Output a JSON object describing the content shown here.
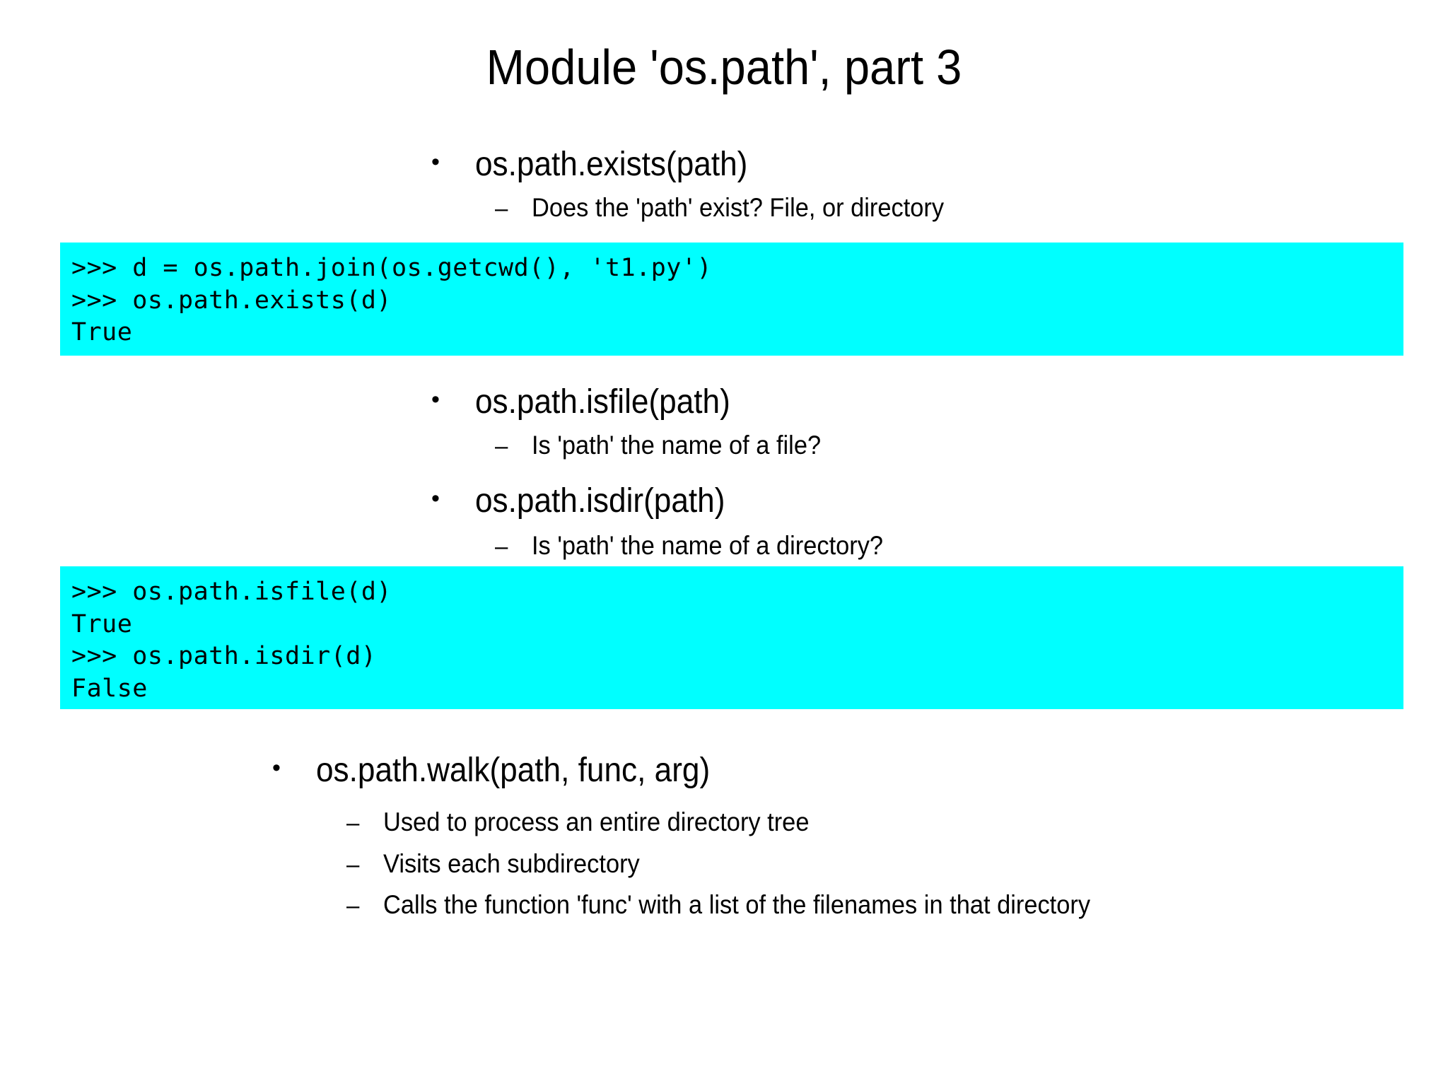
{
  "slide": {
    "title": "Module 'os.path', part 3",
    "background_color": "#ffffff",
    "text_color": "#000000",
    "code_background_color": "#00ffff",
    "bullet_marker": "•",
    "subbullet_marker": "–"
  },
  "sections": [
    {
      "heading": "os.path.exists(path)",
      "subs": [
        "Does the 'path' exist? File, or directory"
      ]
    },
    {
      "heading": "os.path.isfile(path)",
      "subs": [
        "Is 'path' the name of a file?"
      ]
    },
    {
      "heading": "os.path.isdir(path)",
      "subs": [
        "Is 'path' the name of a directory?"
      ]
    },
    {
      "heading": "os.path.walk(path, func, arg)",
      "subs": [
        "Used to process an entire directory tree",
        "Visits each subdirectory",
        "Calls the function 'func' with a list of the filenames in that directory"
      ]
    }
  ],
  "code_blocks": [
    {
      "id": "code-block-exists",
      "lines": [
        ">>> d = os.path.join(os.getcwd(), 't1.py')",
        ">>> os.path.exists(d)",
        "True"
      ],
      "text": ">>> d = os.path.join(os.getcwd(), 't1.py')\n>>> os.path.exists(d)\nTrue"
    },
    {
      "id": "code-block-isfile-isdir",
      "lines": [
        ">>> os.path.isfile(d)",
        "True",
        ">>> os.path.isdir(d)",
        "False"
      ],
      "text": ">>> os.path.isfile(d)\nTrue\n>>> os.path.isdir(d)\nFalse"
    }
  ]
}
